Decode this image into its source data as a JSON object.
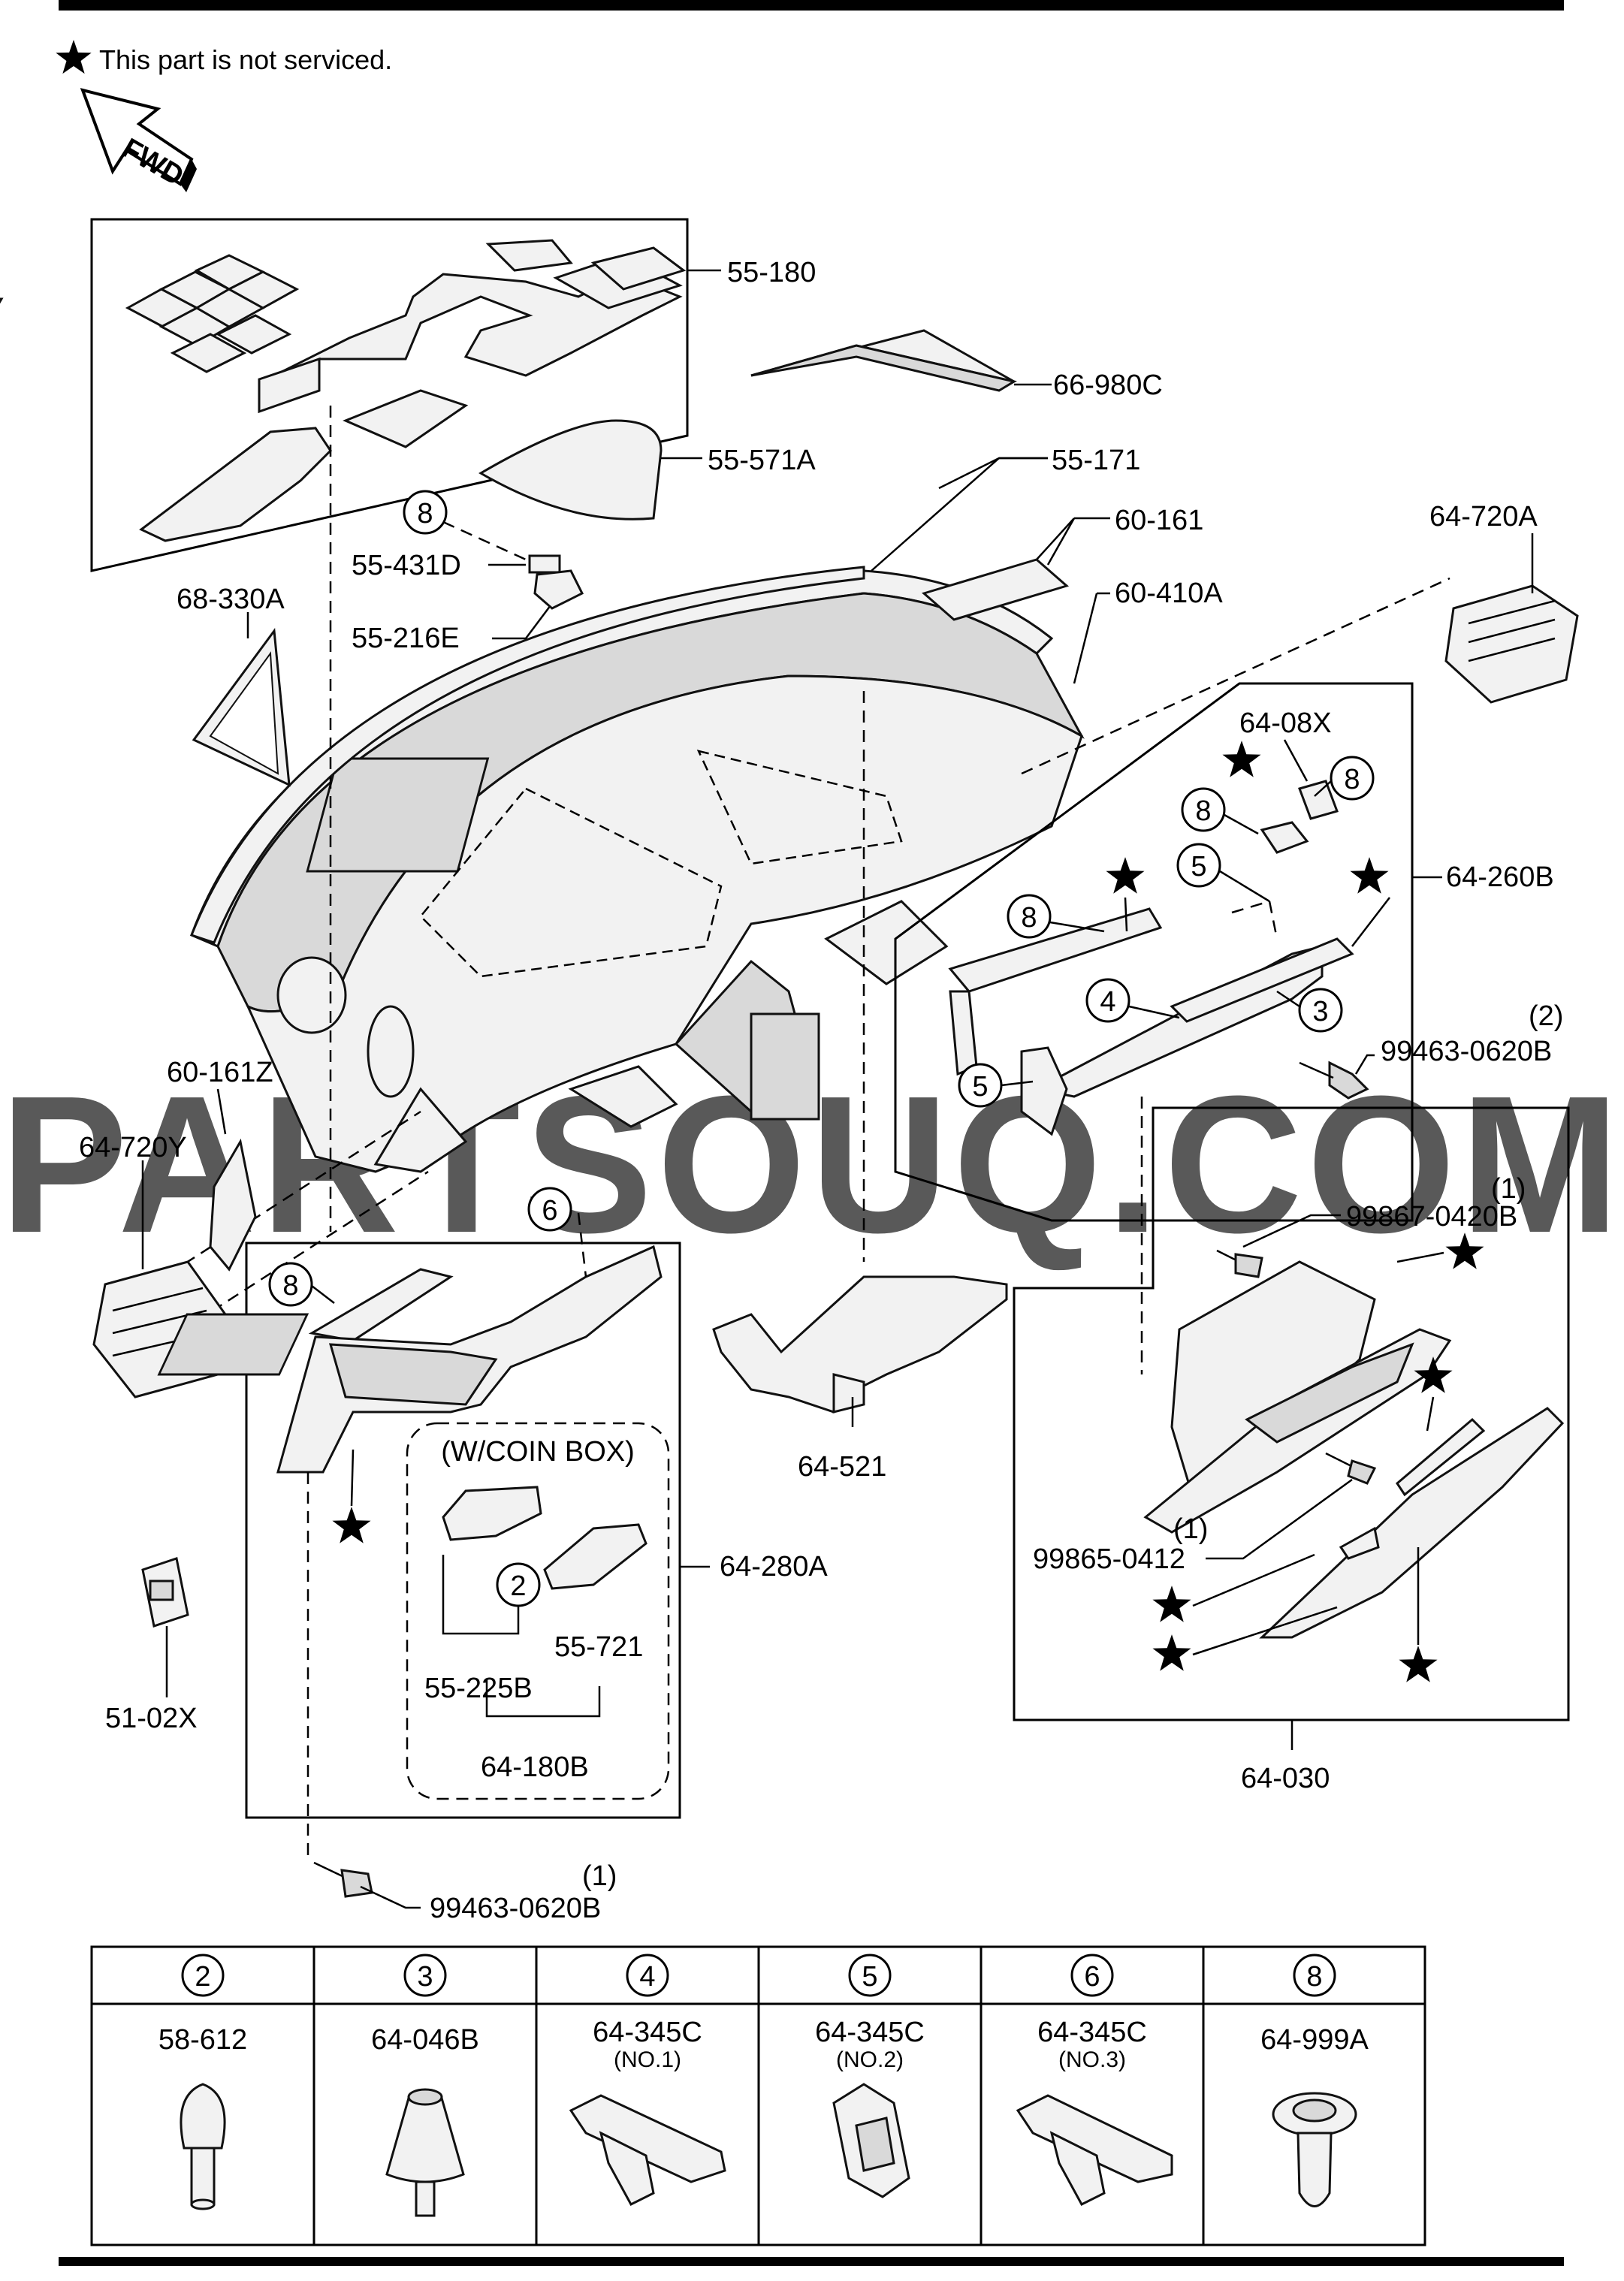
{
  "header": {
    "note": "This part is not serviced.",
    "fwd": "FWD"
  },
  "watermark": "PARTSOUQ.COM",
  "callouts": {
    "p55_180": "55-180",
    "p66_980c": "66-980C",
    "p55_571a": "55-571A",
    "p55_171": "55-171",
    "p64_720a": "64-720A",
    "p55_431d": "55-431D",
    "p55_216e": "55-216E",
    "p60_161": "60-161",
    "p60_410a": "60-410A",
    "p68_330a": "68-330A",
    "p64_08x": "64-08X",
    "p64_260b": "64-260B",
    "p99463_0620b_top": "99463-0620B",
    "q2": "(2)",
    "p60_161z": "60-161Z",
    "p64_720y": "64-720Y",
    "p99867_0420b": "99867-0420B",
    "q1a": "(1)",
    "wcoin": "(W/COIN BOX)",
    "p64_521": "64-521",
    "p64_280a": "64-280A",
    "p55_721": "55-721",
    "p55_225b": "55-225B",
    "p64_180b": "64-180B",
    "p99865_0412": "99865-0412",
    "q1b": "(1)",
    "p51_02x": "51-02X",
    "p64_030": "64-030",
    "p99463_0620b_bot": "99463-0620B",
    "q1c": "(1)"
  },
  "circle_refs": {
    "c8_top": "8",
    "c8_box1": "8",
    "c8_box2": "8",
    "c8_box3": "8",
    "c5_box1": "5",
    "c5_box2": "5",
    "c4_box": "4",
    "c3_box": "3",
    "c6_box": "6",
    "c8_glove": "8",
    "c2_coin": "2"
  },
  "legend": [
    {
      "ref": "2",
      "part": "58-612",
      "sub": ""
    },
    {
      "ref": "3",
      "part": "64-046B",
      "sub": ""
    },
    {
      "ref": "4",
      "part": "64-345C",
      "sub": "(NO.1)"
    },
    {
      "ref": "5",
      "part": "64-345C",
      "sub": "(NO.2)"
    },
    {
      "ref": "6",
      "part": "64-345C",
      "sub": "(NO.3)"
    },
    {
      "ref": "8",
      "part": "64-999A",
      "sub": ""
    }
  ],
  "icons": {
    "star": "star-icon",
    "fwd_arrow": "fwd-arrow-icon"
  }
}
